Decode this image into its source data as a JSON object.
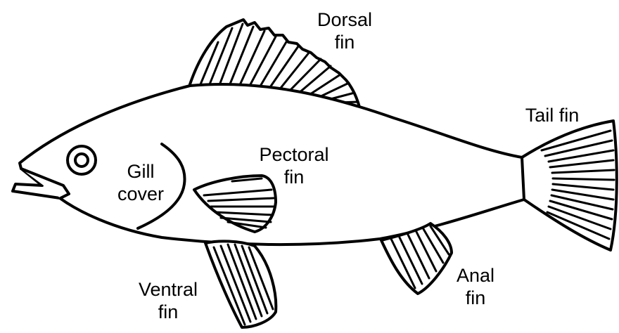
{
  "labels": {
    "dorsal": [
      "Dorsal",
      "fin"
    ],
    "tail": [
      "Tail fin"
    ],
    "pectoral": [
      "Pectoral",
      "fin"
    ],
    "gill": [
      "Gill",
      "cover"
    ],
    "ventral": [
      "Ventral",
      "fin"
    ],
    "anal": [
      "Anal",
      "fin"
    ]
  },
  "colors": {
    "line": "#000000",
    "fill": "#ffffff",
    "background": "#ffffff"
  }
}
